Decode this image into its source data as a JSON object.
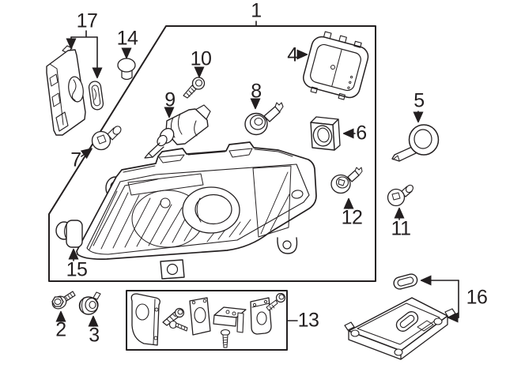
{
  "diagram": {
    "background_color": "#ffffff",
    "line_color": "#231f20",
    "callouts": [
      {
        "label": "1"
      },
      {
        "label": "2"
      },
      {
        "label": "3"
      },
      {
        "label": "4"
      },
      {
        "label": "5"
      },
      {
        "label": "6"
      },
      {
        "label": "7"
      },
      {
        "label": "8"
      },
      {
        "label": "9"
      },
      {
        "label": "10"
      },
      {
        "label": "11"
      },
      {
        "label": "12"
      },
      {
        "label": "13"
      },
      {
        "label": "14"
      },
      {
        "label": "15"
      },
      {
        "label": "16"
      },
      {
        "label": "17"
      }
    ]
  }
}
